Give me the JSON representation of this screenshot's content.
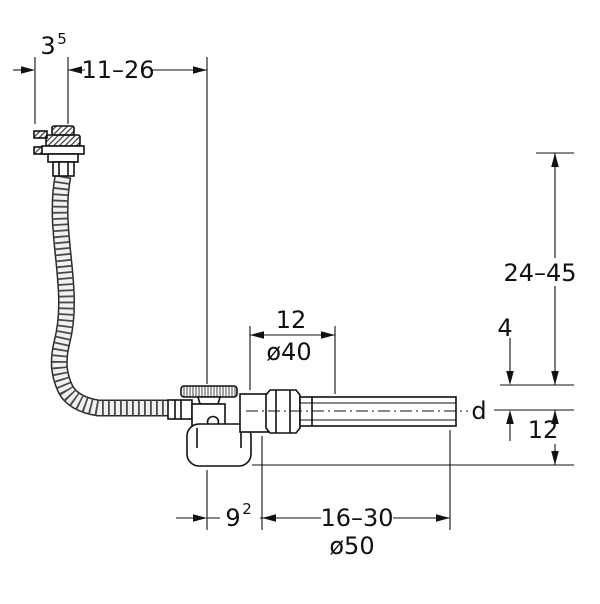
{
  "colors": {
    "line": "#111111",
    "background": "#ffffff"
  },
  "dimensions": {
    "handle_offset": {
      "value": "3",
      "sup": "5"
    },
    "handle_to_drain": "11–26",
    "installation_height": "24–45",
    "rim_to_axis": "4",
    "outlet_diameter": "d",
    "axis_to_bottom": "12",
    "drain_offset": {
      "value": "9",
      "sup": "2"
    },
    "outlet_length": "16–30",
    "outlet_pipe": "ø50",
    "flange_gap": "12",
    "elbow_pipe": "ø40"
  }
}
